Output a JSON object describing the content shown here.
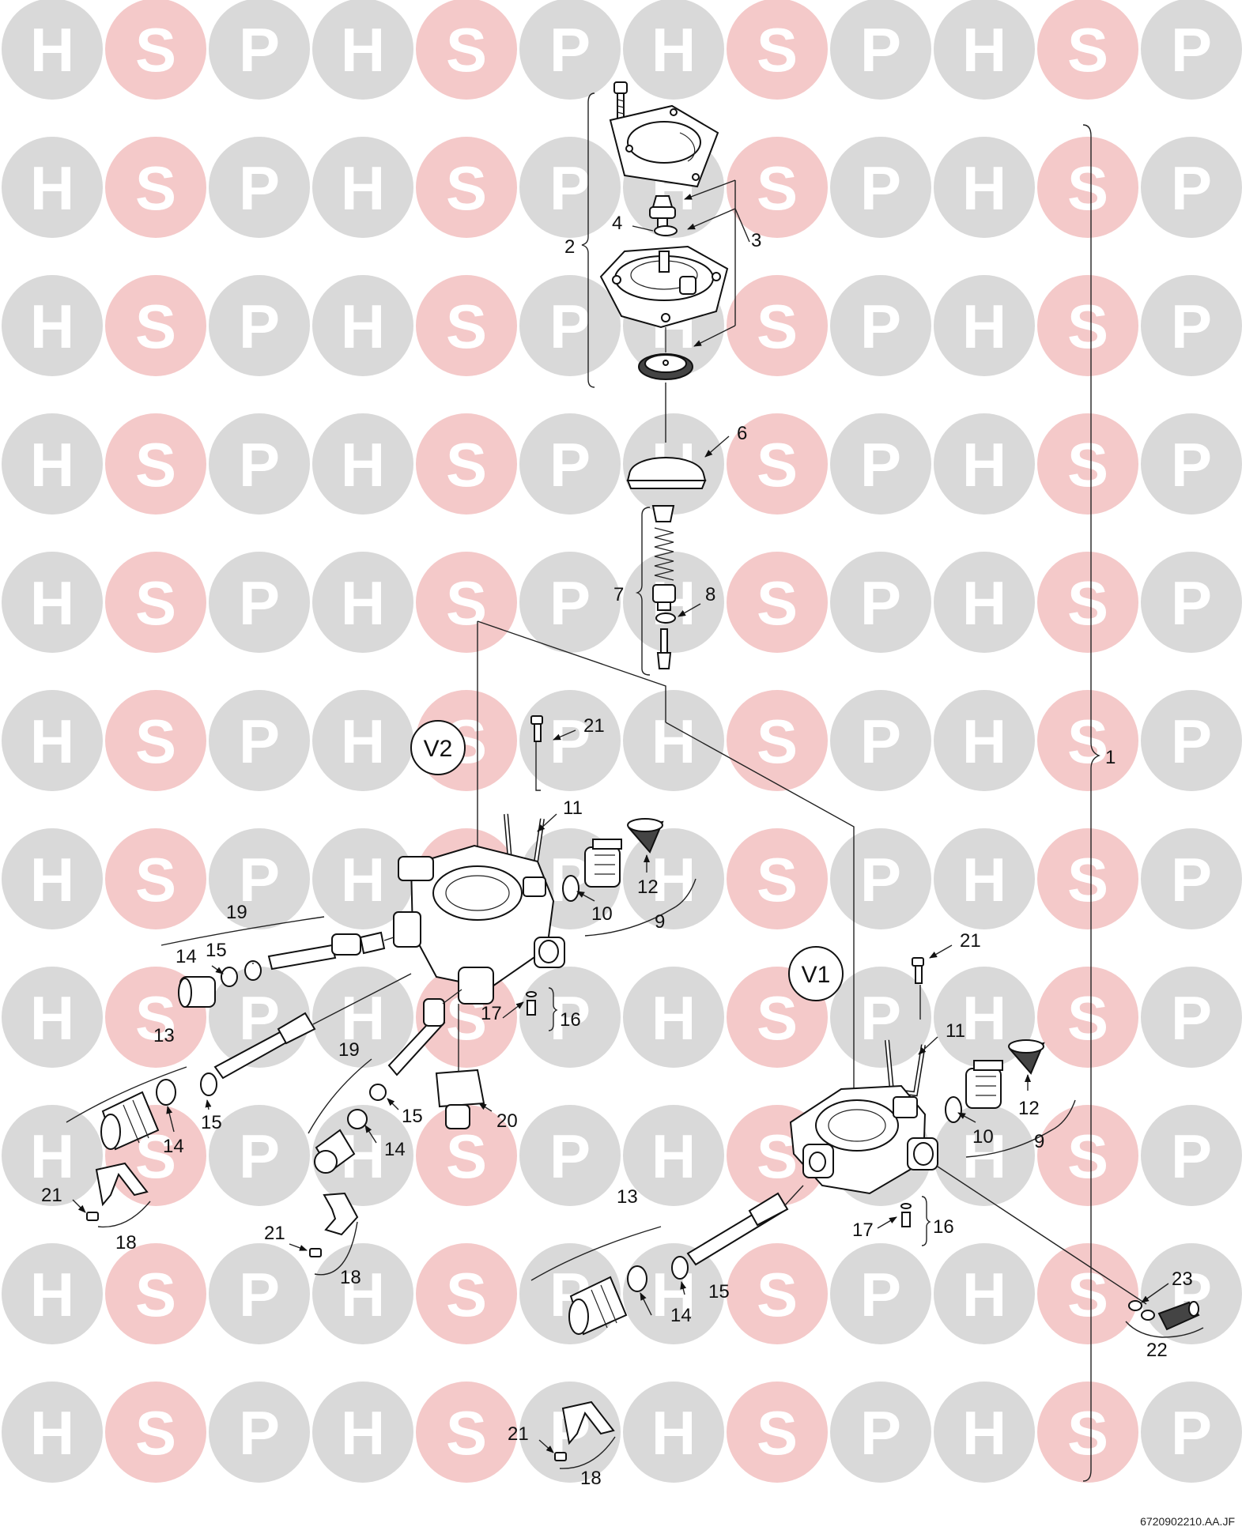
{
  "watermark": {
    "letters": [
      "H",
      "S",
      "P"
    ],
    "grey_color": "#d9d9d9",
    "accent_color": "#f4c9c9",
    "letter_color": "#ffffff"
  },
  "diagram": {
    "group_labels": [
      "V2",
      "V1"
    ],
    "footer_code": "6720902210.AA.JF",
    "callouts": {
      "c1": "1",
      "c2": "2",
      "c3": "3",
      "c4": "4",
      "c6": "6",
      "c7": "7",
      "c8": "8",
      "c21a": "21",
      "c11a": "11",
      "c12a": "12",
      "c10a": "10",
      "c9a": "9",
      "c19a": "19",
      "c14a": "14",
      "c15a": "15",
      "c17a": "17",
      "c16a": "16",
      "c13a": "13",
      "c15b": "15",
      "c14b": "14",
      "c19b": "19",
      "c15c": "15",
      "c14c": "14",
      "c20": "20",
      "c21b": "21",
      "c18a": "18",
      "c21c": "21",
      "c18b": "18",
      "c21d": "21",
      "c11b": "11",
      "c12b": "12",
      "c10b": "10",
      "c9b": "9",
      "c13b": "13",
      "c15d": "15",
      "c14d": "14",
      "c17b": "17",
      "c16b": "16",
      "c23": "23",
      "c22": "22",
      "c21e": "21",
      "c18c": "18"
    }
  }
}
